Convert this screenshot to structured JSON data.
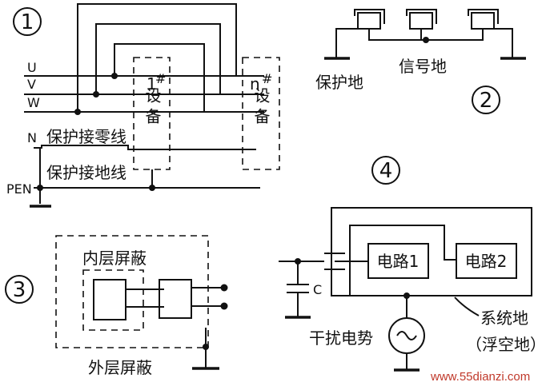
{
  "p1": {
    "index": "1",
    "phase_u": "U",
    "phase_v": "V",
    "phase_w": "W",
    "neutral": "N",
    "pen": "PEN",
    "protective_neutral_line": "保护接零线",
    "protective_ground_line": "保护接地线",
    "device1_num": "1",
    "device1_mark": "#",
    "device1_text": "设备",
    "devicen_num": "n",
    "devicen_mark": "#",
    "devicen_text": "设备"
  },
  "p2": {
    "index": "2",
    "signal_ground": "信号地",
    "protective_ground": "保护地"
  },
  "p3": {
    "index": "3",
    "inner_shield": "内层屏蔽",
    "outer_shield": "外层屏蔽"
  },
  "p4": {
    "index": "4",
    "circuit1": "电路1",
    "circuit2": "电路2",
    "capacitor": "C",
    "system_ground": "系统地",
    "floating_ground": "（浮空地）",
    "interference": "干扰电势"
  },
  "watermark": "www.55dianzi.com"
}
